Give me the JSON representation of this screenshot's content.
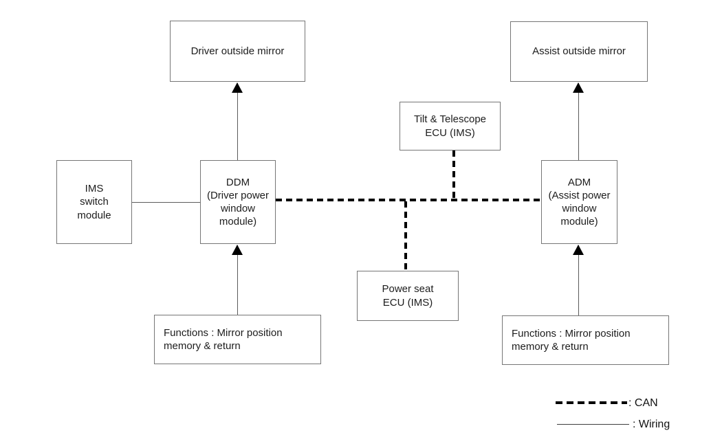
{
  "nodes": {
    "driver_mirror": {
      "label": "Driver outside mirror"
    },
    "assist_mirror": {
      "label": "Assist outside mirror"
    },
    "tilt_telescope_ecu": {
      "label": "Tilt & Telescope\nECU (IMS)"
    },
    "ims_switch_module": {
      "label": "IMS\nswitch\nmodule"
    },
    "ddm": {
      "label": "DDM\n(Driver power\nwindow\nmodule)"
    },
    "adm": {
      "label": "ADM\n(Assist power\nwindow\nmodule)"
    },
    "power_seat_ecu": {
      "label": "Power seat\nECU (IMS)"
    },
    "functions_driver": {
      "label": "Functions : Mirror position\nmemory & return"
    },
    "functions_assist": {
      "label": "Functions : Mirror position\nmemory & return"
    }
  },
  "legend": {
    "can_label": ": CAN",
    "wiring_label": ": Wiring"
  },
  "colors": {
    "background": "#ffffff",
    "box_border": "#757575",
    "text": "#1c1c1c",
    "wiring_line": "#5a5a5a",
    "can_line": "#000000"
  }
}
